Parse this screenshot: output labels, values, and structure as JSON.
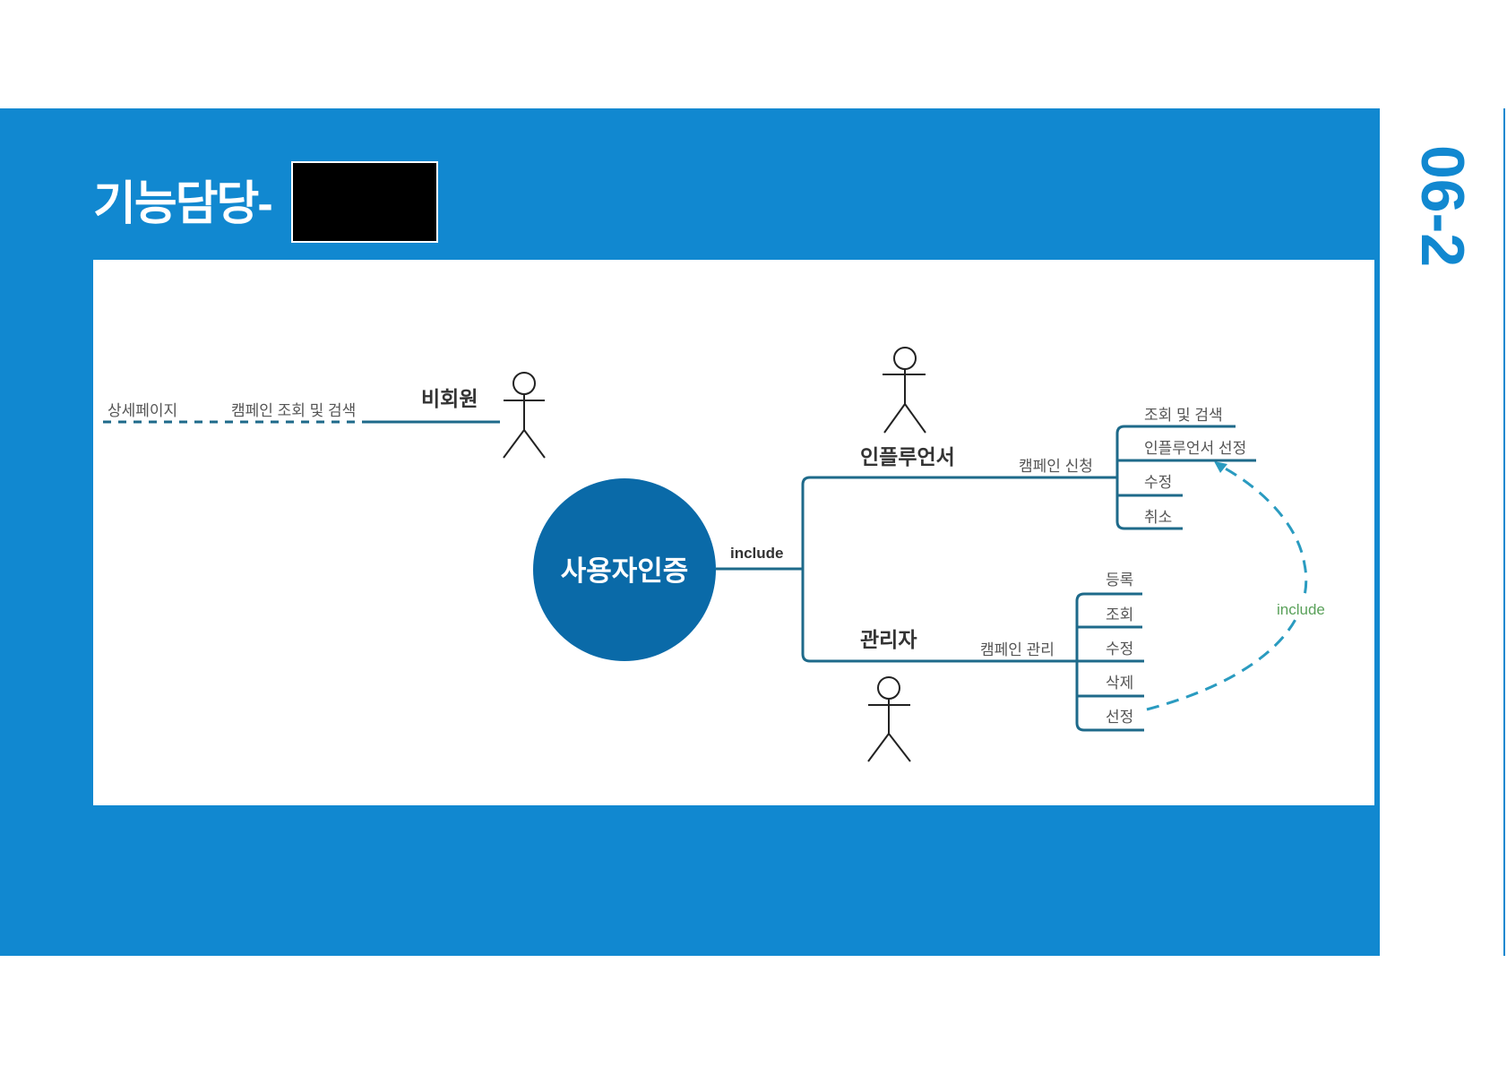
{
  "slide": {
    "title": "기능담당-",
    "section_number": "06-2"
  },
  "diagram": {
    "center_usecase": "사용자인증",
    "include_label": "include",
    "guest": {
      "actor": "비회원",
      "uc_main": "캠페인 조회 및 검색",
      "uc_extra": "상세페이지"
    },
    "influencer": {
      "actor": "인플루언서",
      "uc_main": "캠페인 신청",
      "items": [
        "조회 및 검색",
        "인플루언서 선정",
        "수정",
        "취소"
      ]
    },
    "admin": {
      "actor": "관리자",
      "uc_main": "캠페인 관리",
      "items": [
        "등록",
        "조회",
        "수정",
        "삭제",
        "선정"
      ]
    },
    "dependency_label": "include",
    "colors": {
      "band": "#1188d0",
      "circle": "#0a6aa8",
      "line": "#1e6a8a",
      "dashed": "#2a9bc0",
      "include_green": "#5aa15a"
    }
  }
}
